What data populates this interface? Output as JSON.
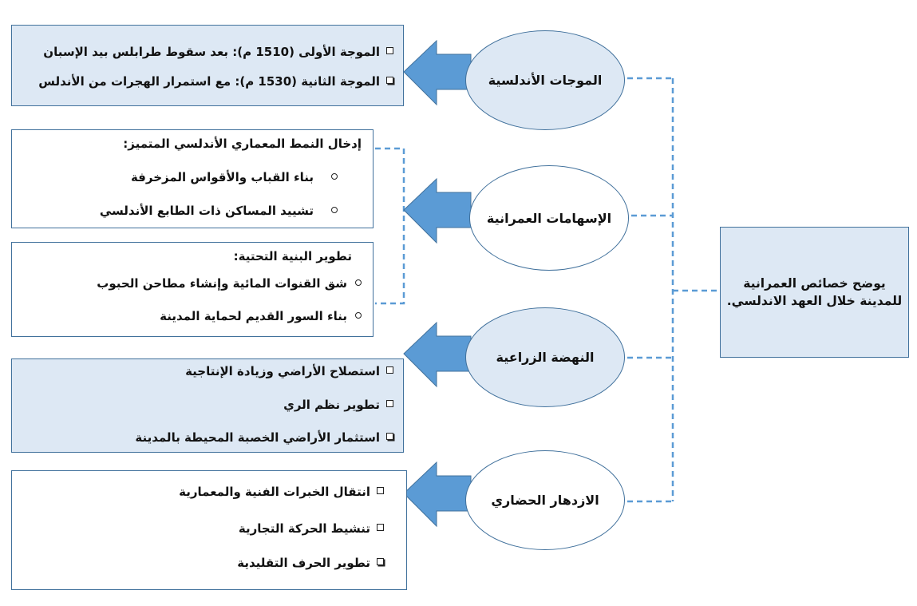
{
  "main": {
    "line1": "يوضح خصائص العمرانية",
    "line2": "للمدينة خلال العهد الاندلسي."
  },
  "nodes": [
    {
      "label": "الموجات الأندلسية",
      "items": [
        "الموجة الأولى (1510 م): بعد سقوط طرابلس بيد الإسبان",
        "الموجة الثانية (1530 م): مع استمرار الهجرات من الأندلس"
      ]
    },
    {
      "label": "الإسهامات العمرانية",
      "group1": {
        "heading": "إدخال النمط المعماري الأندلسي المتميز:",
        "items": [
          "بناء القباب والأقواس المزخرفة",
          "تشييد المساكن ذات الطابع الأندلسي"
        ]
      },
      "group2": {
        "heading": "تطوير البنية التحتية:",
        "items": [
          "شق القنوات المائية وإنشاء مطاحن الحبوب",
          "بناء السور القديم لحماية المدينة"
        ]
      }
    },
    {
      "label": "النهضة الزراعية",
      "items": [
        "استصلاح الأراضي وزيادة الإنتاجية",
        "تطوير نظم الري",
        "استثمار الأراضي الخصبة المحيطة بالمدينة"
      ]
    },
    {
      "label": "الازدهار الحضاري",
      "items": [
        "انتقال الخبرات الفنية والمعمارية",
        "تنشيط الحركة التجارية",
        "تطوير الحرف التقليدية"
      ]
    }
  ],
  "colors": {
    "border": "#41719c",
    "fill_light": "#dde8f4",
    "arrow": "#5b9bd5",
    "connector": "#5b9bd5"
  }
}
